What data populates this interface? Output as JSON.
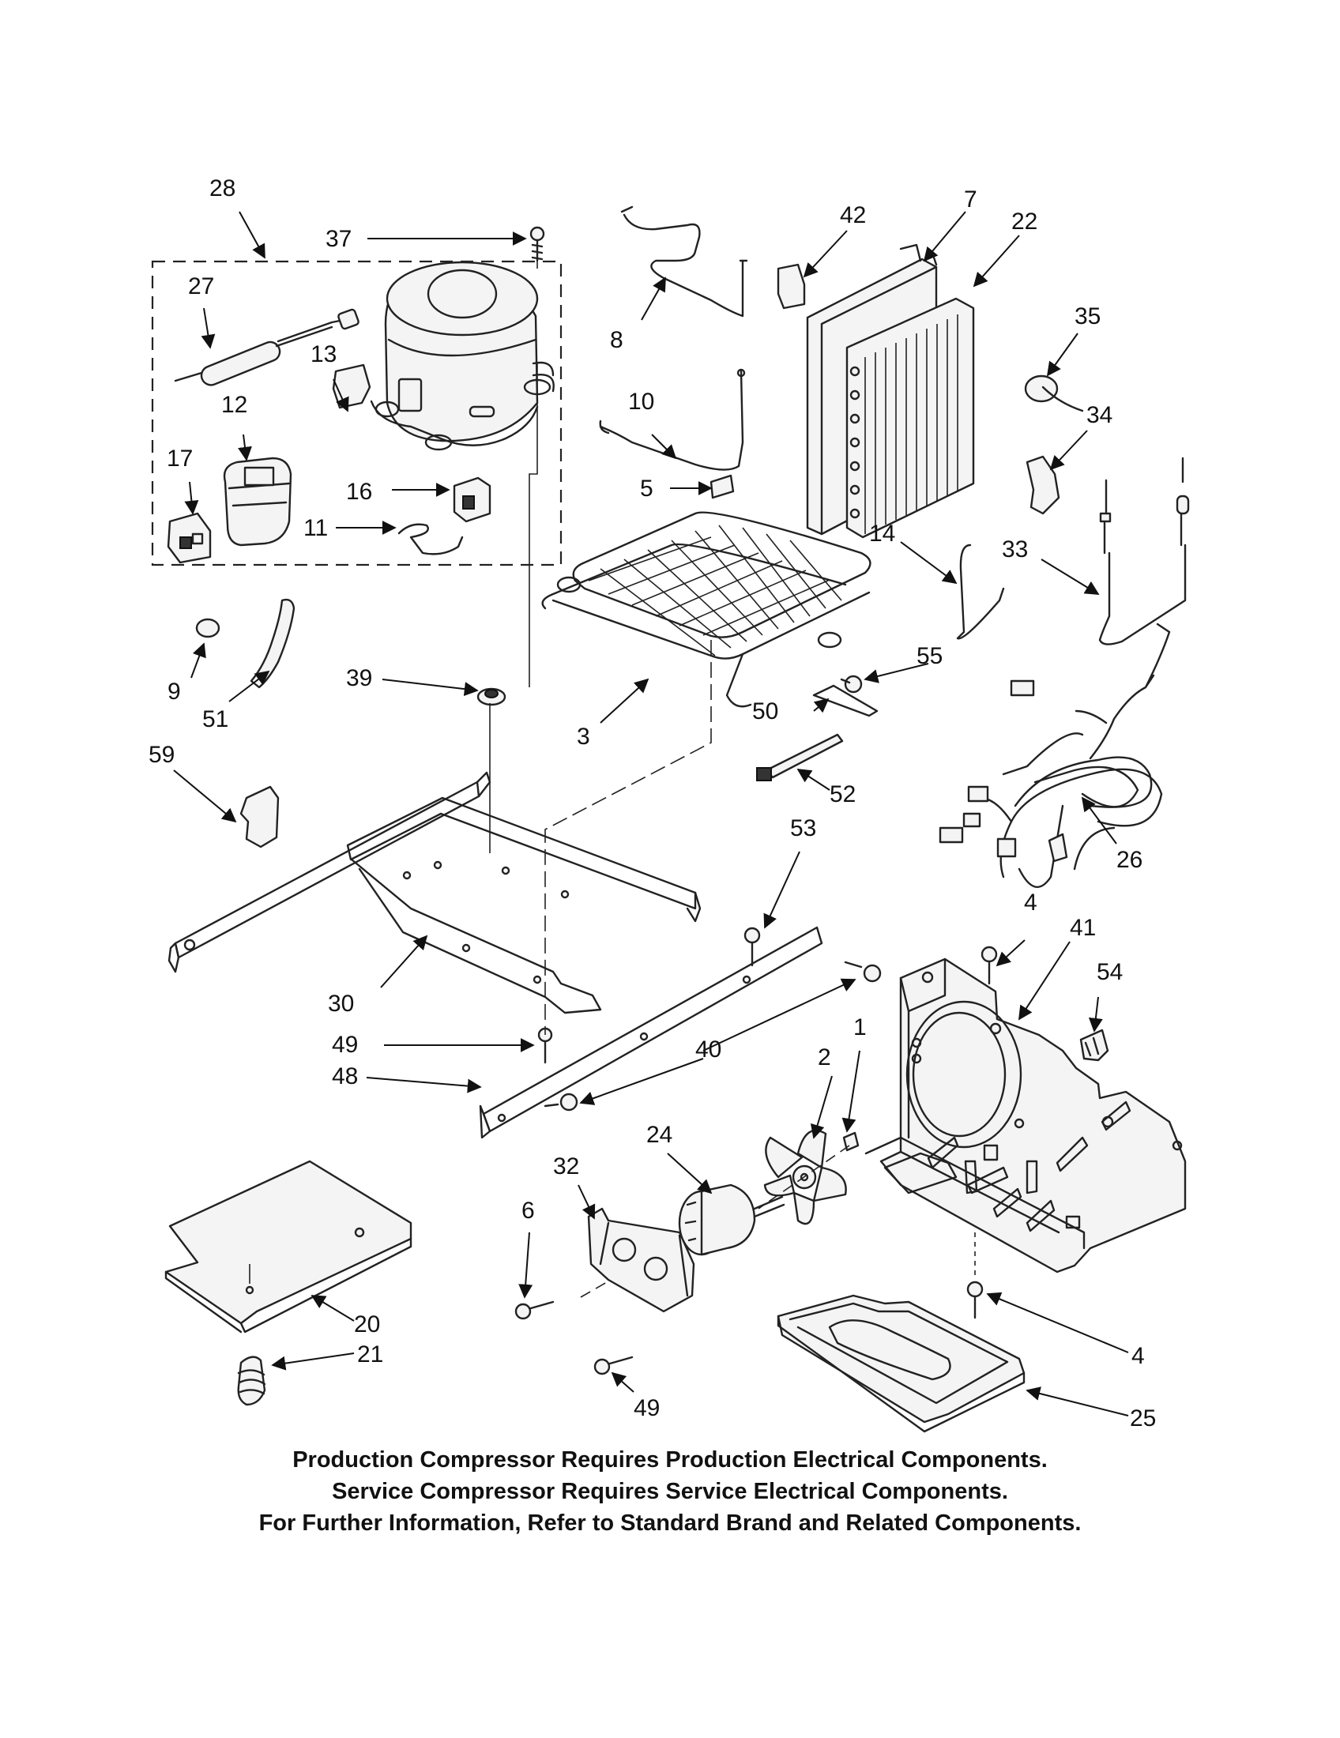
{
  "callouts": {
    "c1": "1",
    "c2": "2",
    "c3": "3",
    "c4a": "4",
    "c4b": "4",
    "c5": "5",
    "c6": "6",
    "c7": "7",
    "c8": "8",
    "c9": "9",
    "c10": "10",
    "c11": "11",
    "c12": "12",
    "c13": "13",
    "c14": "14",
    "c16": "16",
    "c17": "17",
    "c20": "20",
    "c21": "21",
    "c22": "22",
    "c24": "24",
    "c25": "25",
    "c26": "26",
    "c27": "27",
    "c28": "28",
    "c30": "30",
    "c32": "32",
    "c33": "33",
    "c34": "34",
    "c35": "35",
    "c37": "37",
    "c39": "39",
    "c40": "40",
    "c41": "41",
    "c42": "42",
    "c48": "48",
    "c49a": "49",
    "c49b": "49",
    "c50": "50",
    "c51": "51",
    "c52": "52",
    "c53": "53",
    "c54": "54",
    "c55": "55",
    "c59": "59"
  },
  "notes": {
    "line1": "Production Compressor Requires Production Electrical Components.",
    "line2": "Service Compressor Requires Service Electrical Components.",
    "line3": "For Further Information, Refer to Standard Brand and Related Components."
  }
}
